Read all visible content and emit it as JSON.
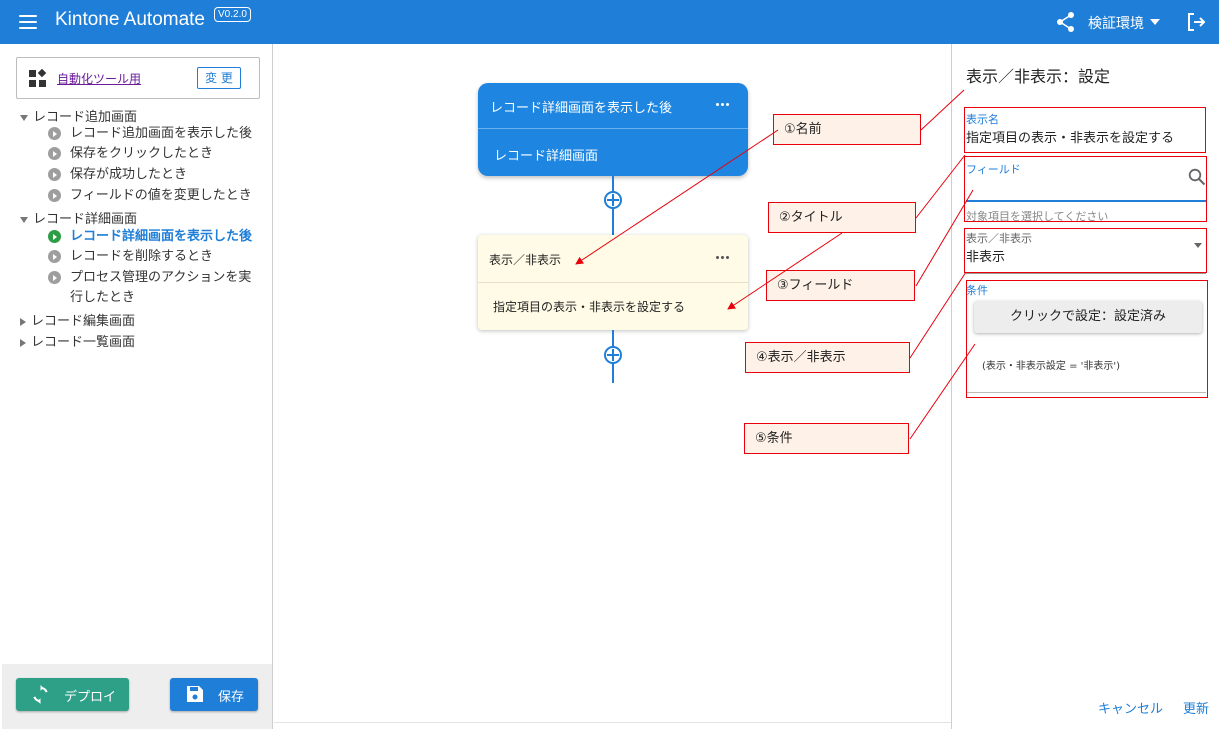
{
  "appbar": {
    "title": "Kintone Automate",
    "version": "V0.2.0",
    "environment": "検証環境",
    "color": "#1e7ed8"
  },
  "sidebar": {
    "app_link": "自動化ツール用",
    "change_button": "変 更",
    "groups": [
      {
        "label": "レコード追加画面",
        "expanded": true
      },
      {
        "label": "レコード詳細画面",
        "expanded": true
      },
      {
        "label": "レコード編集画面",
        "expanded": false
      },
      {
        "label": "レコード一覧画面",
        "expanded": false
      }
    ],
    "items": [
      {
        "label": "レコード追加画面を表示した後"
      },
      {
        "label": "保存をクリックしたとき"
      },
      {
        "label": "保存が成功したとき"
      },
      {
        "label": "フィールドの値を変更したとき"
      },
      {
        "label": "レコード詳細画面を表示した後",
        "active": true
      },
      {
        "label": "レコードを削除するとき"
      },
      {
        "label_line1": "プロセス管理のアクションを実",
        "label_line2": "行したとき"
      }
    ],
    "deploy_button": "デプロイ",
    "save_button": "保存",
    "deploy_color": "#2ea088"
  },
  "canvas": {
    "trigger_node": {
      "title": "レコード詳細画面を表示した後",
      "subtitle": "レコード詳細画面"
    },
    "action_node": {
      "title": "表示／非表示",
      "subtitle": "指定項目の表示・非表示を設定する"
    }
  },
  "panel": {
    "title": "表示／非表示：設定",
    "name_label": "表示名",
    "name_value": "指定項目の表示・非表示を設定する",
    "field_label": "フィールド",
    "field_hint": "対象項目を選択してください",
    "visibility_label": "表示／非表示",
    "visibility_value": "非表示",
    "condition_label": "条件",
    "condition_button": "クリックで設定：設定済み",
    "condition_text": "(表示・非表示設定 = '非表示')",
    "cancel_button": "キャンセル",
    "update_button": "更新"
  },
  "annotations": {
    "callouts": [
      "①名前",
      "②タイトル",
      "③フィールド",
      "④表示／非表示",
      "⑤条件"
    ],
    "color": "#e8000b"
  }
}
